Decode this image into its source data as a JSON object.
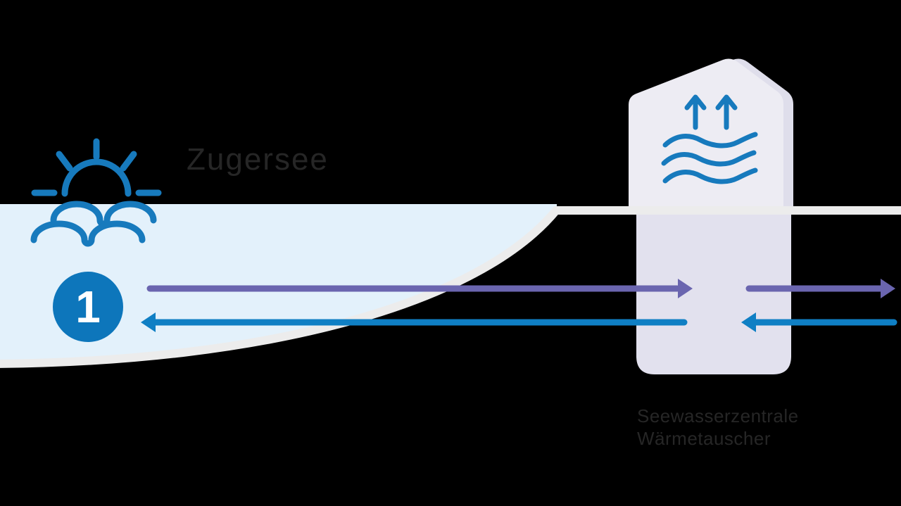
{
  "colors": {
    "background": "#000000",
    "lake_water": "#e3f1fb",
    "ground": "#ececec",
    "station_above_water": "#edecf3",
    "station_shadow": "#dfdeeb",
    "station_below_water": "#e2e1ee",
    "icon_blue": "#177abd",
    "badge_blue": "#0d76bb",
    "badge_number_color": "#ffffff",
    "supply_arrow_purple": "#6a65af",
    "return_arrow_blue": "#0f7fc4",
    "label_text": "#262626"
  },
  "lake": {
    "label": "Zugersee",
    "badge_number": "1"
  },
  "station": {
    "label_line1": "Seewasserzentrale",
    "label_line2": "Wärmetauscher"
  },
  "icons": {
    "sun_over_water": "sun-over-water-icon",
    "heat_release": "heat-release-icon",
    "warm_water_waves": "warm-water-waves-icon"
  }
}
